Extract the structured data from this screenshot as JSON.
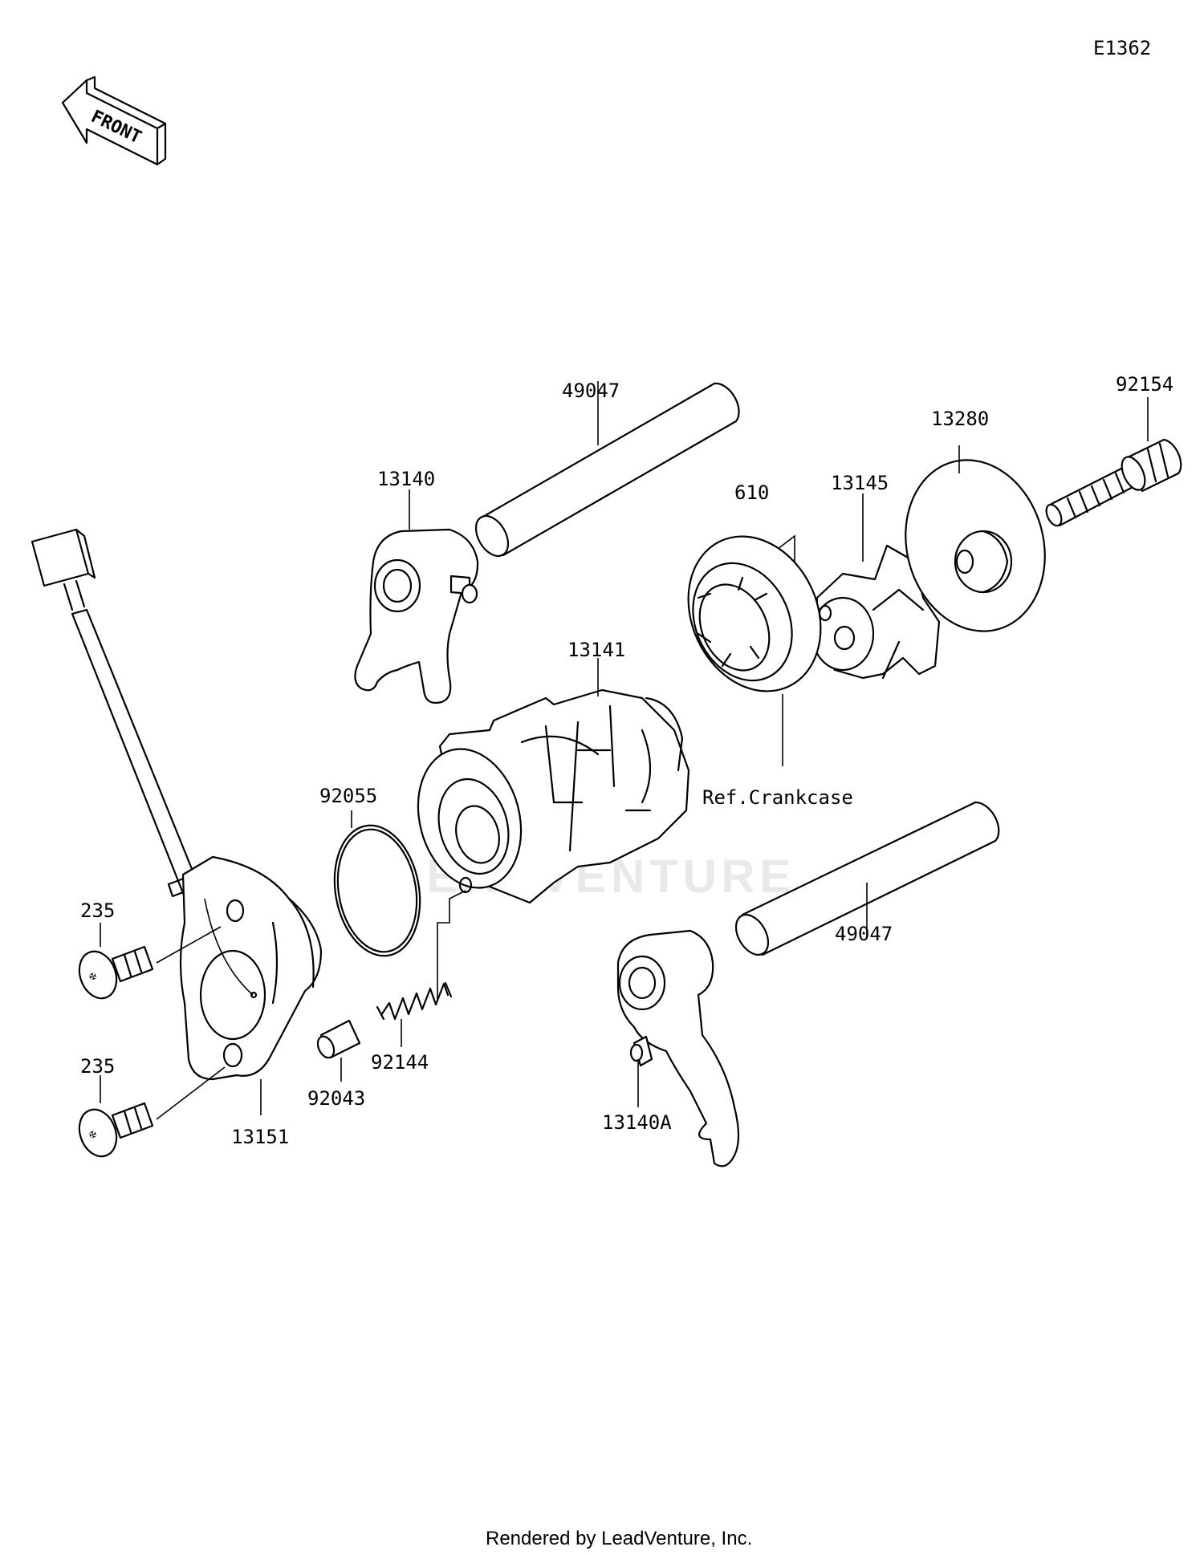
{
  "diagram_code": "E1362",
  "front_badge": {
    "text": "FRONT",
    "icon": "front-arrow-icon"
  },
  "parts": {
    "shift_rod_upper": "49047",
    "shift_rod_lower": "49047",
    "shift_fork_upper": "13140",
    "shift_fork_lower": "13140A",
    "shift_drum": "13141",
    "drum_cam": "13145",
    "dowel_pin": "610",
    "holder_plate": "13280",
    "bolt": "92154",
    "o_ring": "92055",
    "spring": "92144",
    "pin": "92043",
    "switch_sensor": "13151",
    "screw_upper": "235",
    "screw_lower": "235",
    "bearing_ref": "Ref.Crankcase"
  },
  "watermark": "LEADVENTURE",
  "footer": "Rendered by LeadVenture, Inc."
}
